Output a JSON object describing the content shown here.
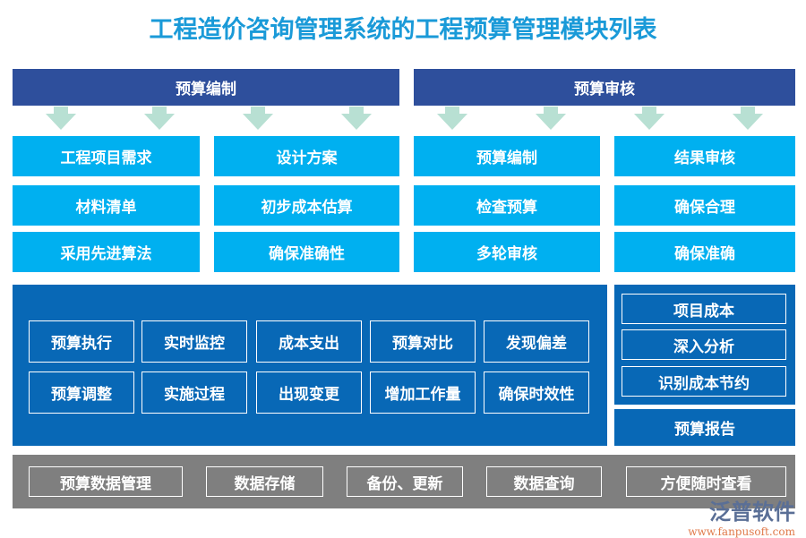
{
  "title": "工程造价咨询管理系统的工程预算管理模块列表",
  "sections": {
    "left": "预算编制",
    "right": "预算审核"
  },
  "grid": [
    [
      "工程项目需求",
      "设计方案",
      "预算编制",
      "结果审核"
    ],
    [
      "材料清单",
      "初步成本估算",
      "检查预算",
      "确保合理"
    ],
    [
      "采用先进算法",
      "确保准确性",
      "多轮审核",
      "确保准确"
    ]
  ],
  "execution": [
    [
      "预算执行",
      "实时监控",
      "成本支出",
      "预算对比",
      "发现偏差"
    ],
    [
      "预算调整",
      "实施过程",
      "出现变更",
      "增加工作量",
      "确保时效性"
    ]
  ],
  "analysis": [
    "项目成本",
    "深入分析",
    "识别成本节约"
  ],
  "report": "预算报告",
  "data_mgmt": [
    "预算数据管理",
    "数据存储",
    "备份、更新",
    "数据查询",
    "方便随时查看"
  ],
  "watermark": {
    "brand": "泛普软件",
    "url": "www.fanpusoft.com"
  },
  "colors": {
    "title": "#1a9ad8",
    "header": "#2e4f9c",
    "cyan": "#00b0f0",
    "panel": "#0868b6",
    "grey": "#7f7f7f",
    "arrow": "#b8e0d3"
  }
}
